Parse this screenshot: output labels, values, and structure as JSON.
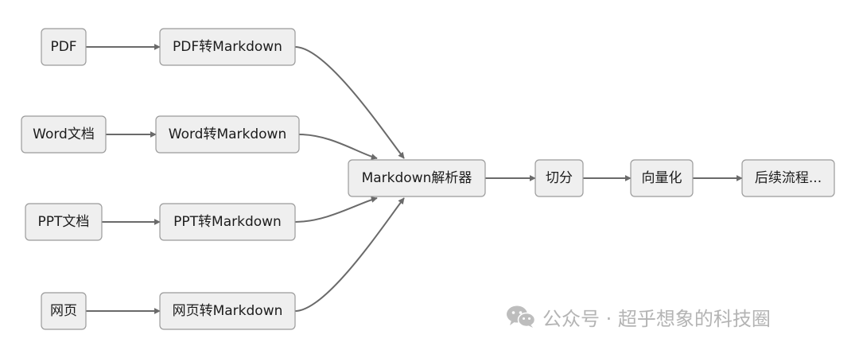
{
  "diagram": {
    "nodes": [
      {
        "id": "pdf",
        "label": "PDF"
      },
      {
        "id": "word",
        "label": "Word文档"
      },
      {
        "id": "ppt",
        "label": "PPT文档"
      },
      {
        "id": "web",
        "label": "网页"
      },
      {
        "id": "pdf2md",
        "label": "PDF转Markdown"
      },
      {
        "id": "word2md",
        "label": "Word转Markdown"
      },
      {
        "id": "ppt2md",
        "label": "PPT转Markdown"
      },
      {
        "id": "web2md",
        "label": "网页转Markdown"
      },
      {
        "id": "parser",
        "label": "Markdown解析器"
      },
      {
        "id": "split",
        "label": "切分"
      },
      {
        "id": "vectorize",
        "label": "向量化"
      },
      {
        "id": "next",
        "label": "后续流程..."
      }
    ],
    "edges": [
      {
        "from": "pdf",
        "to": "pdf2md"
      },
      {
        "from": "word",
        "to": "word2md"
      },
      {
        "from": "ppt",
        "to": "ppt2md"
      },
      {
        "from": "web",
        "to": "web2md"
      },
      {
        "from": "pdf2md",
        "to": "parser"
      },
      {
        "from": "word2md",
        "to": "parser"
      },
      {
        "from": "ppt2md",
        "to": "parser"
      },
      {
        "from": "web2md",
        "to": "parser"
      },
      {
        "from": "parser",
        "to": "split"
      },
      {
        "from": "split",
        "to": "vectorize"
      },
      {
        "from": "vectorize",
        "to": "next"
      }
    ]
  },
  "watermark": {
    "icon": "wechat-icon",
    "text": "公众号 · 超乎想象的科技圈"
  }
}
